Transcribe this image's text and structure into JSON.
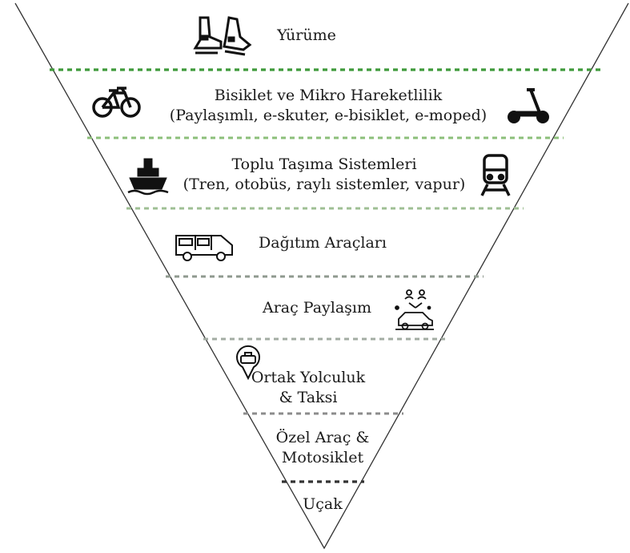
{
  "pyramid": {
    "tiers": [
      {
        "id": "walking",
        "lines": [
          "Yürüme"
        ],
        "icons": [
          "walking-shoes-icon"
        ]
      },
      {
        "id": "bicycle",
        "lines": [
          "Bisiklet ve Mikro Hareketlilik",
          "(Paylaşımlı, e-skuter, e-bisiklet, e-moped)"
        ],
        "icons": [
          "bicycle-icon",
          "e-scooter-icon"
        ]
      },
      {
        "id": "transit",
        "lines": [
          "Toplu Taşıma Sistemleri",
          "(Tren, otobüs, raylı sistemler, vapur)"
        ],
        "icons": [
          "ferry-icon",
          "train-icon"
        ]
      },
      {
        "id": "delivery",
        "lines": [
          "Dağıtım Araçları"
        ],
        "icons": [
          "delivery-van-icon"
        ]
      },
      {
        "id": "carsharing",
        "lines": [
          "Araç Paylaşım"
        ],
        "icons": [
          "car-sharing-icon"
        ]
      },
      {
        "id": "rideshare",
        "lines": [
          "Ortak Yolculuk",
          "& Taksi"
        ],
        "icons": [
          "taxi-pin-icon"
        ]
      },
      {
        "id": "private",
        "lines": [
          "Özel Araç &",
          "Motosiklet"
        ],
        "icons": []
      },
      {
        "id": "plane",
        "lines": [
          "Uçak"
        ],
        "icons": []
      }
    ],
    "divider_colors": [
      "#3f9a3a",
      "#8cbf7a",
      "#9fbf94",
      "#8f9a8f",
      "#a3aca3",
      "#8c8c8c",
      "#333333"
    ]
  }
}
